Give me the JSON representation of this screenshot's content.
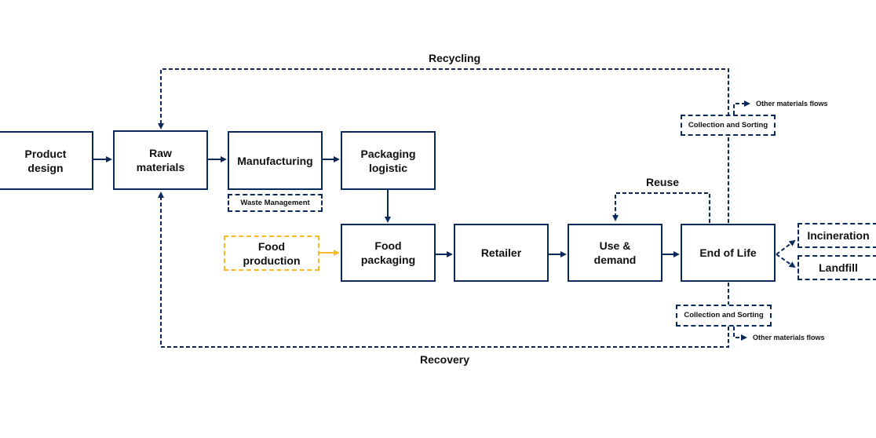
{
  "colors": {
    "primary": "#0b2a5c",
    "accent": "#f5b92a"
  },
  "nodes": {
    "product_design": "Product\ndesign",
    "raw_materials": "Raw\nmaterials",
    "manufacturing": "Manufacturing",
    "packaging_logistic": "Packaging\nlogistic",
    "waste_management": "Waste Management",
    "food_production": "Food\nproduction",
    "food_packaging": "Food\npackaging",
    "retailer": "Retailer",
    "use_demand": "Use &\ndemand",
    "end_of_life": "End of Life",
    "incineration": "Incineration",
    "landfill": "Landfill",
    "collection_top": "Collection and Sorting",
    "collection_bottom": "Collection and Sorting"
  },
  "labels": {
    "recycling": "Recycling",
    "recovery": "Recovery",
    "reuse": "Reuse",
    "other_flows_top": "Other materials flows",
    "other_flows_bottom": "Other materials flows"
  }
}
